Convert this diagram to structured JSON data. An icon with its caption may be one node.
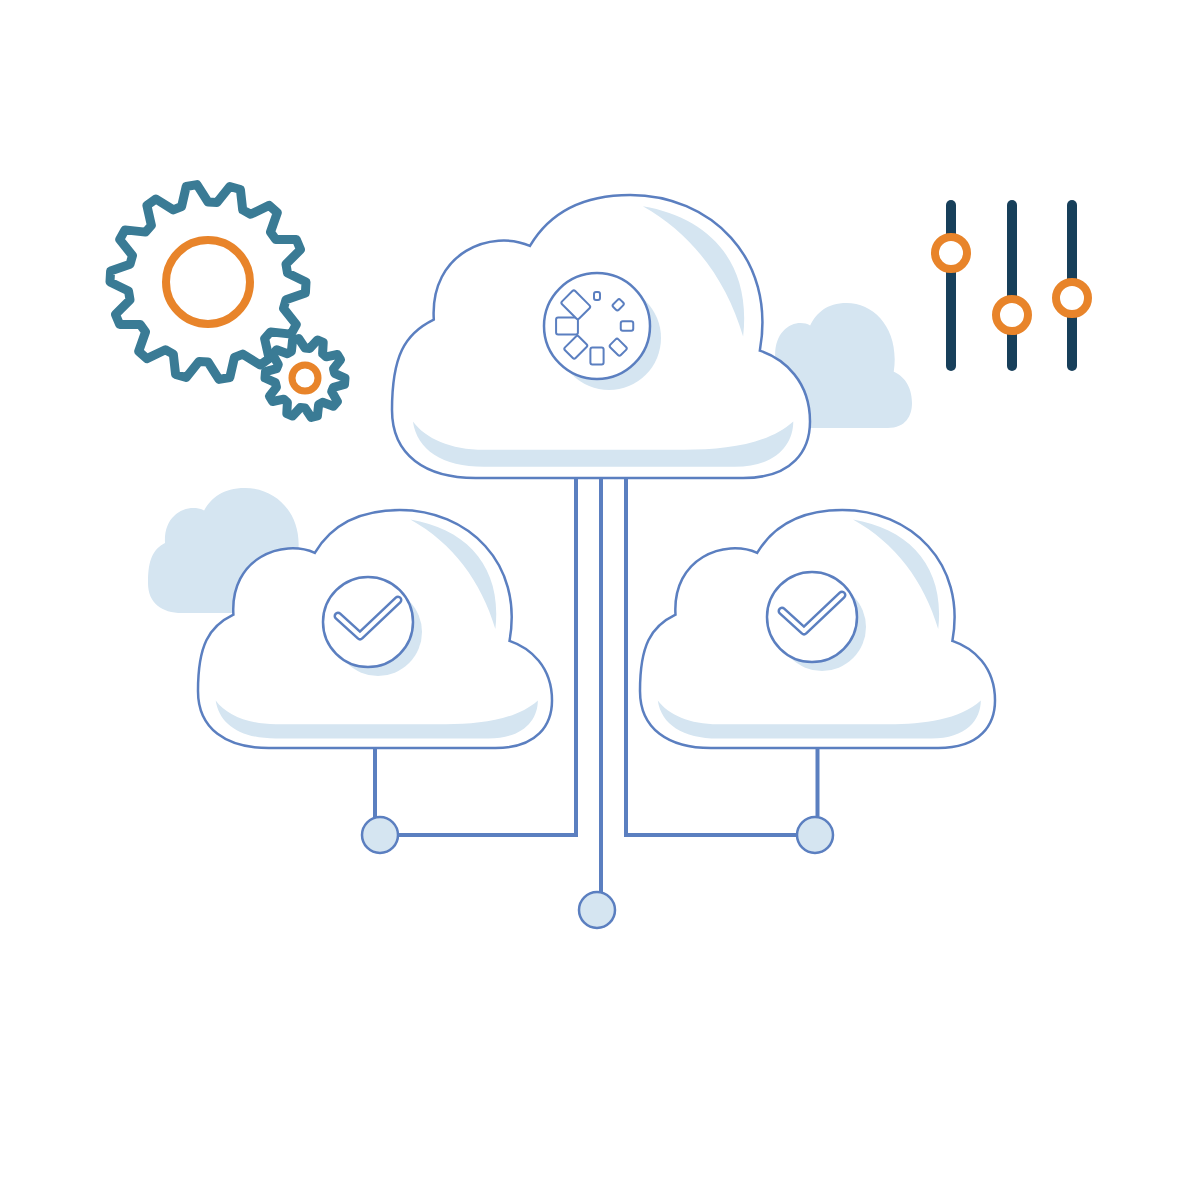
{
  "diagram": {
    "nodes": [
      {
        "text": [],
        "shape": "cloud"
      },
      {
        "text": [],
        "shape": "cloud"
      },
      {
        "text": [],
        "shape": "cloud"
      },
      {
        "text": [],
        "shape": "circle"
      },
      {
        "text": [],
        "shape": "circle"
      },
      {
        "text": [],
        "shape": "circle"
      }
    ],
    "edges": [
      {
        "from": 0,
        "to": 3,
        "arrow": "none"
      },
      {
        "from": 0,
        "to": 4,
        "arrow": "none"
      },
      {
        "from": 0,
        "to": 5,
        "arrow": "none"
      },
      {
        "from": 1,
        "to": 3,
        "arrow": "none"
      },
      {
        "from": 2,
        "to": 5,
        "arrow": "none"
      }
    ]
  }
}
